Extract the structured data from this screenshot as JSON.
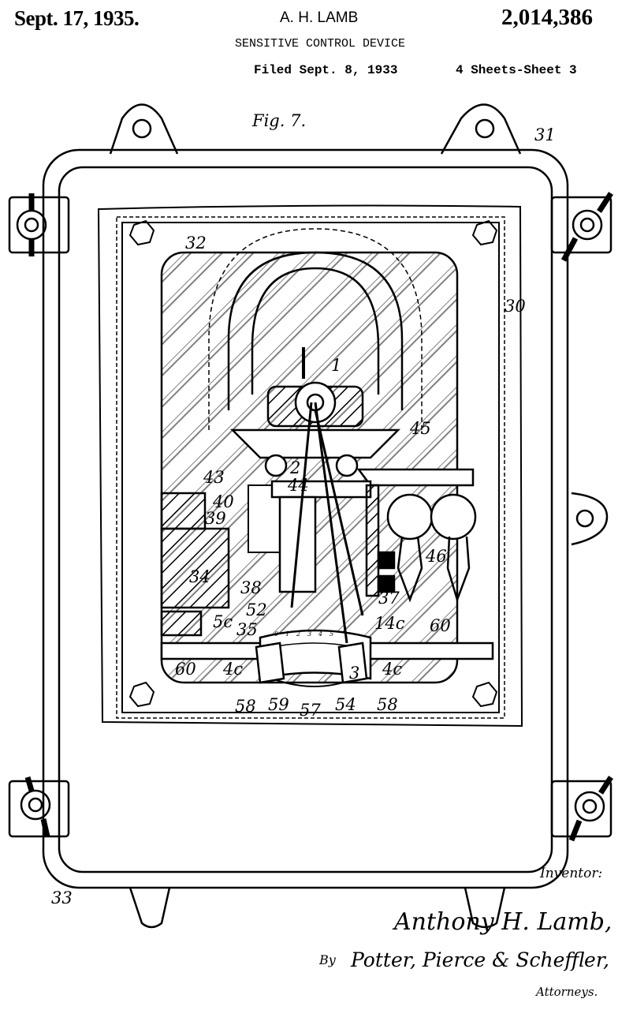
{
  "header": {
    "date": "Sept. 17, 1935.",
    "inventor_name": "A. H. LAMB",
    "patent_number": "2,014,386",
    "title": "SENSITIVE CONTROL DEVICE",
    "filed": "Filed Sept. 8, 1933",
    "sheets": "4 Sheets-Sheet  3"
  },
  "figure": {
    "label": "Fig. 7.",
    "scale_marks": [
      "0",
      "1",
      "2",
      "3",
      "4",
      "5"
    ],
    "references": [
      "31",
      "32",
      "30",
      "1",
      "45",
      "2",
      "43",
      "44",
      "40",
      "39",
      "34",
      "38",
      "37",
      "46",
      "52",
      "14c",
      "60",
      "5c",
      "35",
      "4c",
      "60",
      "3",
      "4c",
      "58",
      "59",
      "57",
      "54",
      "58",
      "33"
    ]
  },
  "footer": {
    "inventor_label": "Inventor:",
    "inventor_signature": "Anthony H. Lamb,",
    "by": "By",
    "attorneys_signature": "Potter, Pierce & Scheffler,",
    "attorneys_label": "Attorneys."
  }
}
